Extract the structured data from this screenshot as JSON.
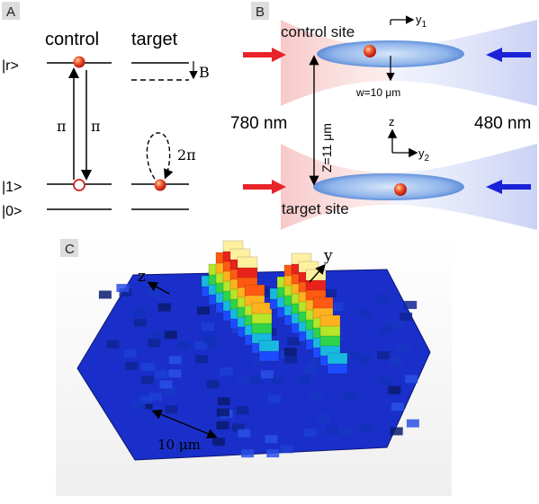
{
  "panel_a": {
    "tag": "A",
    "control_label": "control",
    "target_label": "target",
    "state_r": "|r>",
    "state_1": "|1>",
    "state_0": "|0>",
    "field_label": "B",
    "pi_up": "π",
    "pi_down": "π",
    "two_pi": "2π"
  },
  "panel_b": {
    "tag": "B",
    "control_site": "control site",
    "target_site": "target site",
    "y1_label": "y",
    "y1_sub": "1",
    "y2_label": "y",
    "y2_sub": "2",
    "z_label": "z",
    "waist_label": "w=10 μm",
    "separation_label": "Z=11 μm",
    "red_wavelength": "780 nm",
    "blue_wavelength": "480 nm",
    "colors": {
      "red_beam": "#e8232a",
      "blue_beam": "#1a22d8",
      "atom": "#e0322a"
    }
  },
  "panel_c": {
    "tag": "C",
    "y_axis": "y",
    "z_axis": "z",
    "scale_label": "10 μm"
  }
}
